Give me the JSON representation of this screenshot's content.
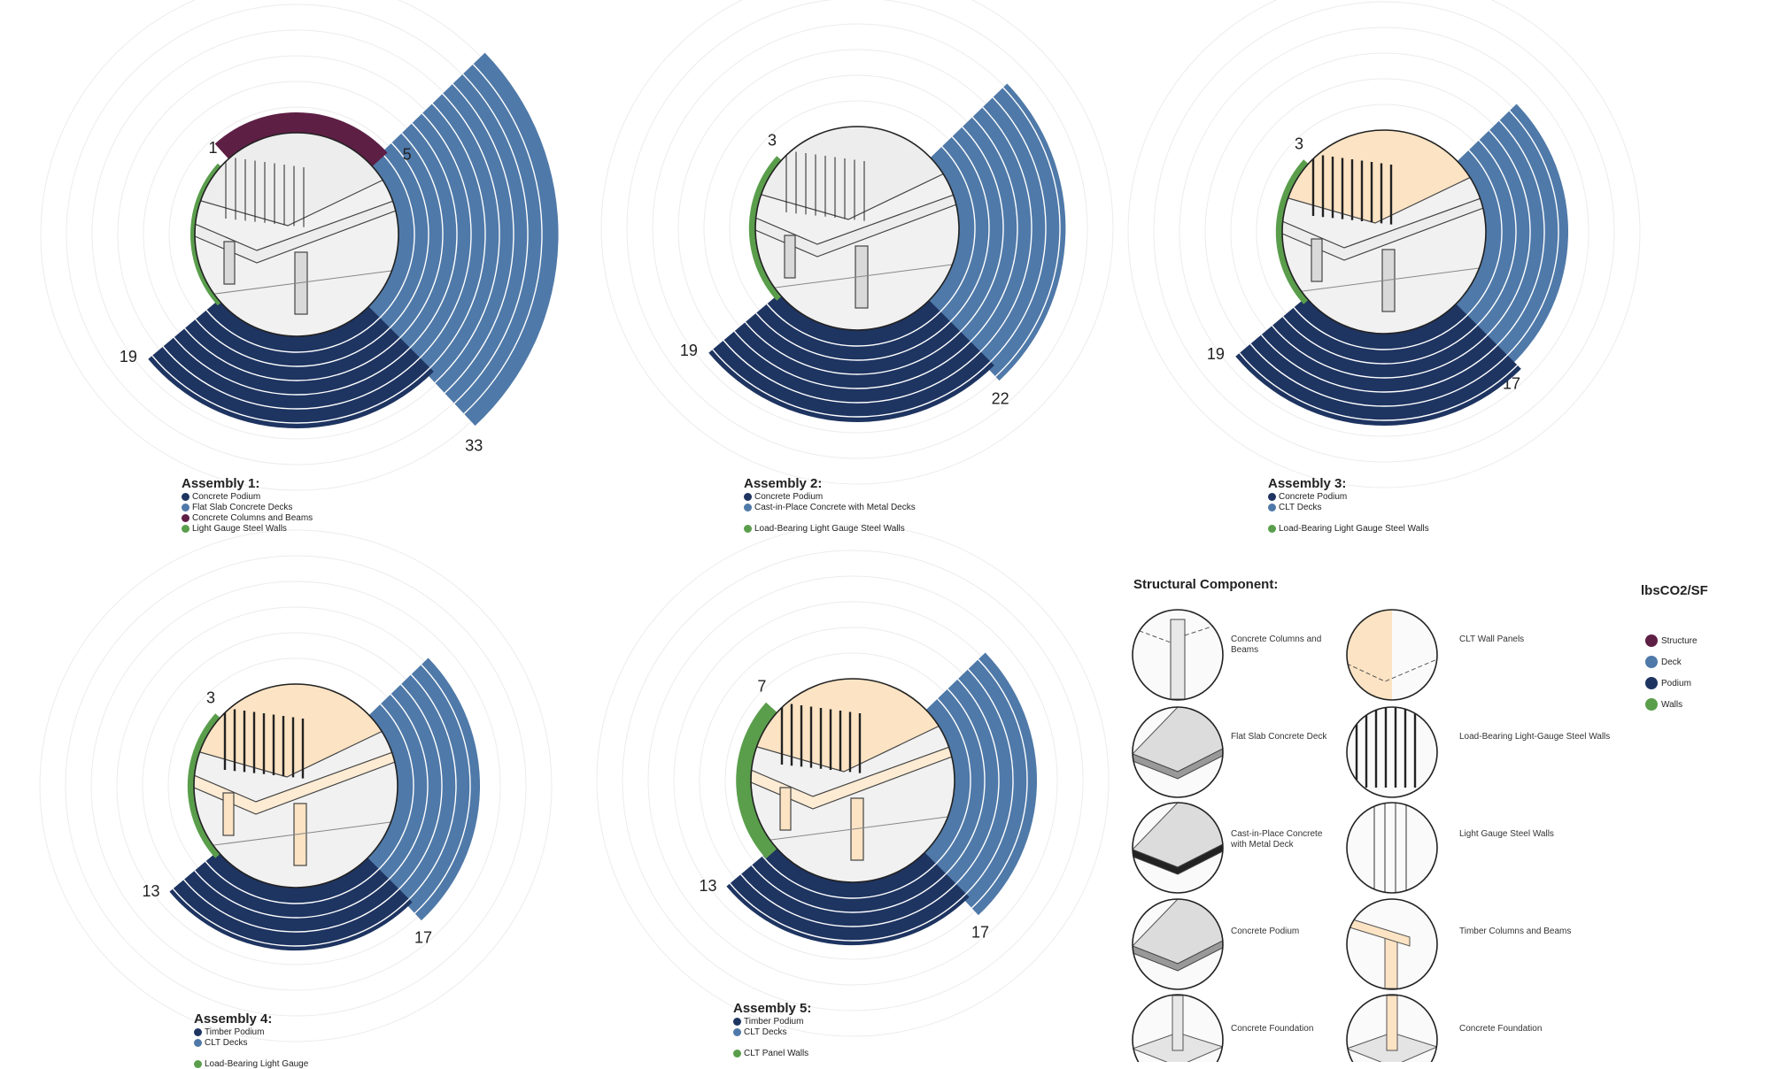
{
  "colors": {
    "structure": "#5e1f45",
    "deck": "#4f79a8",
    "podium": "#1e3461",
    "walls": "#5a9e4c",
    "timber": "#fbe3c3",
    "concrete": "#e6e6e6"
  },
  "assemblies": [
    {
      "title": "Assembly 1:",
      "values": {
        "structure": 5,
        "deck": 33,
        "podium": 19,
        "walls": 1
      },
      "label_text": {
        "structure": "5",
        "deck": "33",
        "podium": "19",
        "walls": "1"
      },
      "legend": [
        {
          "text": "Concrete Podium",
          "color": "#1e3461"
        },
        {
          "text": "Flat Slab Concrete Decks",
          "color": "#4f79a8"
        },
        {
          "text": "Concrete Columns and Beams",
          "color": "#5e1f45"
        },
        {
          "text": "Light Gauge Steel Walls",
          "color": "#5a9e4c"
        }
      ],
      "material": "concrete"
    },
    {
      "title": "Assembly 2:",
      "values": {
        "structure": 0,
        "deck": 22,
        "podium": 19,
        "walls": 3
      },
      "label_text": {
        "deck": "22",
        "podium": "19",
        "walls": "3"
      },
      "legend": [
        {
          "text": "Concrete Podium",
          "color": "#1e3461"
        },
        {
          "text": "Cast-in-Place Concrete with Metal Decks",
          "color": "#4f79a8"
        },
        {
          "text": "",
          "color": ""
        },
        {
          "text": "Load-Bearing Light Gauge Steel Walls",
          "color": "#5a9e4c"
        }
      ],
      "material": "concrete"
    },
    {
      "title": "Assembly 3:",
      "values": {
        "structure": 0,
        "deck": 17,
        "podium": 19,
        "walls": 3
      },
      "label_text": {
        "deck": "17",
        "podium": "19",
        "walls": "3"
      },
      "legend": [
        {
          "text": "Concrete Podium",
          "color": "#1e3461"
        },
        {
          "text": "CLT Decks",
          "color": "#4f79a8"
        },
        {
          "text": "",
          "color": ""
        },
        {
          "text": "Load-Bearing Light Gauge Steel Walls",
          "color": "#5a9e4c"
        }
      ],
      "material": "mixed"
    },
    {
      "title": "Assembly 4:",
      "values": {
        "structure": 0,
        "deck": 17,
        "podium": 13,
        "walls": 3
      },
      "label_text": {
        "deck": "17",
        "podium": "13",
        "walls": "3"
      },
      "legend": [
        {
          "text": "Timber Podium",
          "color": "#1e3461"
        },
        {
          "text": "CLT Decks",
          "color": "#4f79a8"
        },
        {
          "text": "",
          "color": ""
        },
        {
          "text": "Load-Bearing Light Gauge",
          "color": "#5a9e4c"
        }
      ],
      "material": "timber"
    },
    {
      "title": "Assembly 5:",
      "values": {
        "structure": 0,
        "deck": 17,
        "podium": 13,
        "walls": 7
      },
      "label_text": {
        "deck": "17",
        "podium": "13",
        "walls": "7"
      },
      "legend": [
        {
          "text": "Timber Podium",
          "color": "#1e3461"
        },
        {
          "text": "CLT Decks",
          "color": "#4f79a8"
        },
        {
          "text": "",
          "color": ""
        },
        {
          "text": "CLT Panel Walls",
          "color": "#5a9e4c"
        }
      ],
      "material": "timber"
    }
  ],
  "components": {
    "title": "Structural Component:",
    "items": [
      {
        "label": "Concrete Columns and Beams",
        "icon": "concrete-column-icon"
      },
      {
        "label": "CLT Wall Panels",
        "icon": "clt-wall-panel-icon"
      },
      {
        "label": "Flat Slab Concrete Deck",
        "icon": "flat-slab-icon"
      },
      {
        "label": "Load-Bearing Light-Gauge Steel Walls",
        "icon": "load-bearing-steel-wall-icon"
      },
      {
        "label": "Cast-in-Place Concrete with Metal Deck",
        "icon": "cast-in-place-deck-icon"
      },
      {
        "label": "Light Gauge Steel Walls",
        "icon": "light-gauge-steel-wall-icon"
      },
      {
        "label": "Concrete Podium",
        "icon": "concrete-podium-icon"
      },
      {
        "label": "Timber Columns and Beams",
        "icon": "timber-column-icon"
      },
      {
        "label": "Concrete Foundation",
        "icon": "concrete-foundation-icon"
      },
      {
        "label": "Concrete Foundation",
        "icon": "concrete-foundation-icon"
      }
    ]
  },
  "unit_key": {
    "title": "lbsCO2/SF",
    "items": [
      {
        "label": "Structure",
        "color": "#5e1f45"
      },
      {
        "label": "Deck",
        "color": "#4f79a8"
      },
      {
        "label": "Podium",
        "color": "#1e3461"
      },
      {
        "label": "Walls",
        "color": "#5a9e4c"
      }
    ]
  }
}
